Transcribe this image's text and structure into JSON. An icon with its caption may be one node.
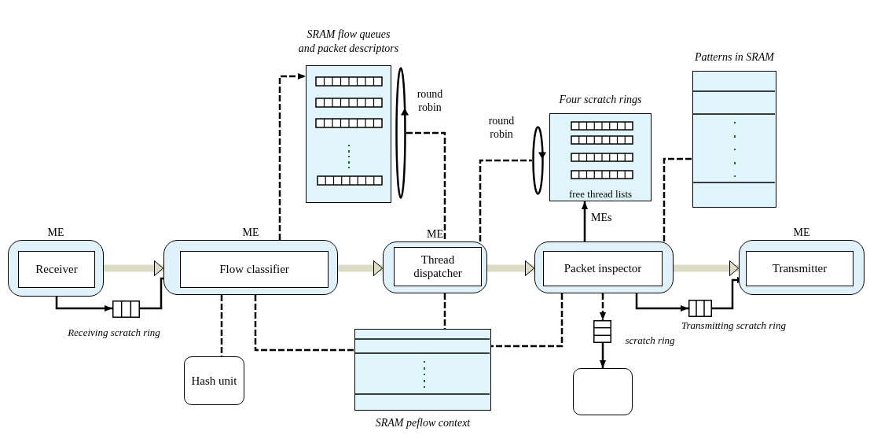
{
  "diagram": {
    "nodes": [
      {
        "text": [
          "ME"
        ]
      },
      {
        "text": [
          "Receiver"
        ],
        "in": 0
      },
      {
        "text": [
          "ME"
        ]
      },
      {
        "text": [
          "Flow classifier"
        ],
        "in": 2
      },
      {
        "text": [
          "ME"
        ]
      },
      {
        "text": [
          "Thread dispatcher"
        ],
        "in": 4
      },
      {
        "text": [],
        "shape": "box"
      },
      {
        "text": [
          "Packet inspector"
        ],
        "in": 6
      },
      {
        "text": [
          "ME"
        ]
      },
      {
        "text": [
          "Transmitter"
        ],
        "in": 8
      },
      {
        "text": [
          "SRAM flow queues and packet descriptors"
        ]
      },
      {
        "text": [
          "Four scratch rings",
          "free thread lists"
        ]
      },
      {
        "text": [
          "Patterns in SRAM"
        ]
      },
      {
        "text": [
          "SRAM peflow context"
        ]
      },
      {
        "text": [
          "Hash unit"
        ]
      },
      {
        "text": [],
        "shape": "box"
      },
      {
        "text": [],
        "shape": "queue",
        "beside": [
          "Receiving scratch ring"
        ]
      },
      {
        "text": [],
        "shape": "queue",
        "beside": [
          "Transmitting scratch ring"
        ]
      },
      {
        "text": [],
        "shape": "queue",
        "beside": [
          "scratch ring"
        ]
      },
      {
        "text": [],
        "shape": "ellipse",
        "beside": [
          "round robin"
        ]
      },
      {
        "text": [],
        "shape": "ellipse",
        "beside": [
          "round robin"
        ]
      }
    ],
    "edges": [
      {
        "from": 0,
        "to": 2,
        "arrow": "to",
        "style": "thick",
        "color": "#dcdcc4"
      },
      {
        "from": 2,
        "to": 4,
        "arrow": "to",
        "style": "thick",
        "color": "#dcdcc4"
      },
      {
        "from": 4,
        "to": 6,
        "arrow": "to",
        "style": "thick",
        "color": "#dcdcc4"
      },
      {
        "from": 6,
        "to": 8,
        "arrow": "to",
        "style": "thick",
        "color": "#dcdcc4"
      },
      {
        "from": 1,
        "to": 16,
        "arrow": "to"
      },
      {
        "from": 16,
        "to": 3,
        "arrow": "to"
      },
      {
        "from": 7,
        "to": 17,
        "arrow": "to"
      },
      {
        "from": 17,
        "to": 9,
        "arrow": "to"
      },
      {
        "from": 6,
        "to": 18,
        "arrow": "to",
        "style": "dashed"
      },
      {
        "from": 18,
        "to": 15,
        "arrow": "to"
      },
      {
        "from": 6,
        "to": 11,
        "arrow": "to",
        "label": "MEs"
      },
      {
        "from": 2,
        "to": 10,
        "arrow": "to",
        "style": "dashed"
      },
      {
        "from": 19,
        "to": 4,
        "arrow": "none",
        "style": "dashed"
      },
      {
        "from": 4,
        "to": 20,
        "arrow": "none",
        "style": "dashed"
      },
      {
        "from": 6,
        "to": 12,
        "arrow": "none",
        "style": "dashed"
      },
      {
        "from": 2,
        "to": 14,
        "arrow": "none",
        "style": "dashed"
      },
      {
        "from": 2,
        "to": 13,
        "arrow": "none",
        "style": "dashed"
      },
      {
        "from": 4,
        "to": 13,
        "arrow": "none",
        "style": "dashed"
      },
      {
        "from": 6,
        "to": 13,
        "arrow": "none",
        "style": "dashed"
      }
    ]
  }
}
